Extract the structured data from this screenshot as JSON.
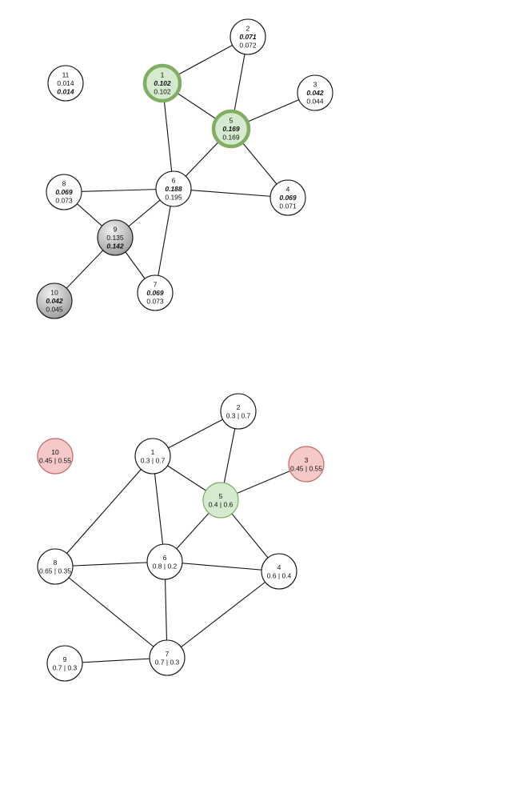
{
  "colors": {
    "white": "#ffffff",
    "green_fill": "#d5ebcf",
    "green_stroke": "#82ae64",
    "gray_light": "#eeeeee",
    "gray_dark": "#9a9a9a",
    "red_fill": "#f6c9c9",
    "red_stroke": "#c86a6a",
    "stroke": "#111111"
  },
  "graph1": {
    "nodes": [
      {
        "id": "1",
        "lines": [
          "0.102",
          "0.102"
        ],
        "italic": [
          true,
          false
        ],
        "style": "green-thick"
      },
      {
        "id": "2",
        "lines": [
          "0.071",
          "0.072"
        ],
        "italic": [
          true,
          false
        ],
        "style": "plain"
      },
      {
        "id": "3",
        "lines": [
          "0.042",
          "0.044"
        ],
        "italic": [
          true,
          false
        ],
        "style": "plain"
      },
      {
        "id": "4",
        "lines": [
          "0.069",
          "0.071"
        ],
        "italic": [
          true,
          false
        ],
        "style": "plain"
      },
      {
        "id": "5",
        "lines": [
          "0.169",
          "0.169"
        ],
        "italic": [
          true,
          false
        ],
        "style": "green-thick"
      },
      {
        "id": "6",
        "lines": [
          "0.188",
          "0.195"
        ],
        "italic": [
          true,
          false
        ],
        "style": "plain"
      },
      {
        "id": "7",
        "lines": [
          "0.069",
          "0.073"
        ],
        "italic": [
          true,
          false
        ],
        "style": "plain"
      },
      {
        "id": "8",
        "lines": [
          "0.069",
          "0.073"
        ],
        "italic": [
          true,
          false
        ],
        "style": "plain"
      },
      {
        "id": "9",
        "lines": [
          "0.135",
          "0.142"
        ],
        "italic": [
          false,
          true
        ],
        "style": "gray"
      },
      {
        "id": "10",
        "lines": [
          "0.042",
          "0.045"
        ],
        "italic": [
          true,
          false
        ],
        "style": "gray"
      },
      {
        "id": "11",
        "lines": [
          "0.014",
          "0.014"
        ],
        "italic": [
          false,
          true
        ],
        "style": "plain"
      }
    ],
    "edges": [
      [
        "1",
        "2"
      ],
      [
        "1",
        "5"
      ],
      [
        "1",
        "6"
      ],
      [
        "2",
        "5"
      ],
      [
        "3",
        "5"
      ],
      [
        "4",
        "5"
      ],
      [
        "5",
        "6"
      ],
      [
        "6",
        "4"
      ],
      [
        "6",
        "8"
      ],
      [
        "6",
        "9"
      ],
      [
        "6",
        "7"
      ],
      [
        "8",
        "9"
      ],
      [
        "9",
        "7"
      ],
      [
        "9",
        "10"
      ]
    ]
  },
  "graph2": {
    "nodes": [
      {
        "id": "1",
        "lines": [
          "0.3 | 0.7"
        ],
        "style": "plain"
      },
      {
        "id": "2",
        "lines": [
          "0.3 | 0.7"
        ],
        "style": "plain"
      },
      {
        "id": "3",
        "lines": [
          "0.45 | 0.55"
        ],
        "style": "red"
      },
      {
        "id": "4",
        "lines": [
          "0.6 | 0.4"
        ],
        "style": "plain"
      },
      {
        "id": "5",
        "lines": [
          "0.4 | 0.6"
        ],
        "style": "green"
      },
      {
        "id": "6",
        "lines": [
          "0.8 | 0.2"
        ],
        "style": "plain"
      },
      {
        "id": "7",
        "lines": [
          "0.7 | 0.3"
        ],
        "style": "plain"
      },
      {
        "id": "8",
        "lines": [
          "0.65 | 0.35"
        ],
        "style": "plain"
      },
      {
        "id": "9",
        "lines": [
          "0.7 | 0.3"
        ],
        "style": "plain"
      },
      {
        "id": "10",
        "lines": [
          "0.45 | 0.55"
        ],
        "style": "red"
      }
    ],
    "edges": [
      [
        "1",
        "2"
      ],
      [
        "1",
        "5"
      ],
      [
        "1",
        "6"
      ],
      [
        "1",
        "8"
      ],
      [
        "2",
        "5"
      ],
      [
        "3",
        "5"
      ],
      [
        "5",
        "4"
      ],
      [
        "5",
        "6"
      ],
      [
        "6",
        "4"
      ],
      [
        "6",
        "7"
      ],
      [
        "6",
        "8"
      ],
      [
        "8",
        "7"
      ],
      [
        "7",
        "4"
      ],
      [
        "9",
        "7"
      ]
    ]
  }
}
